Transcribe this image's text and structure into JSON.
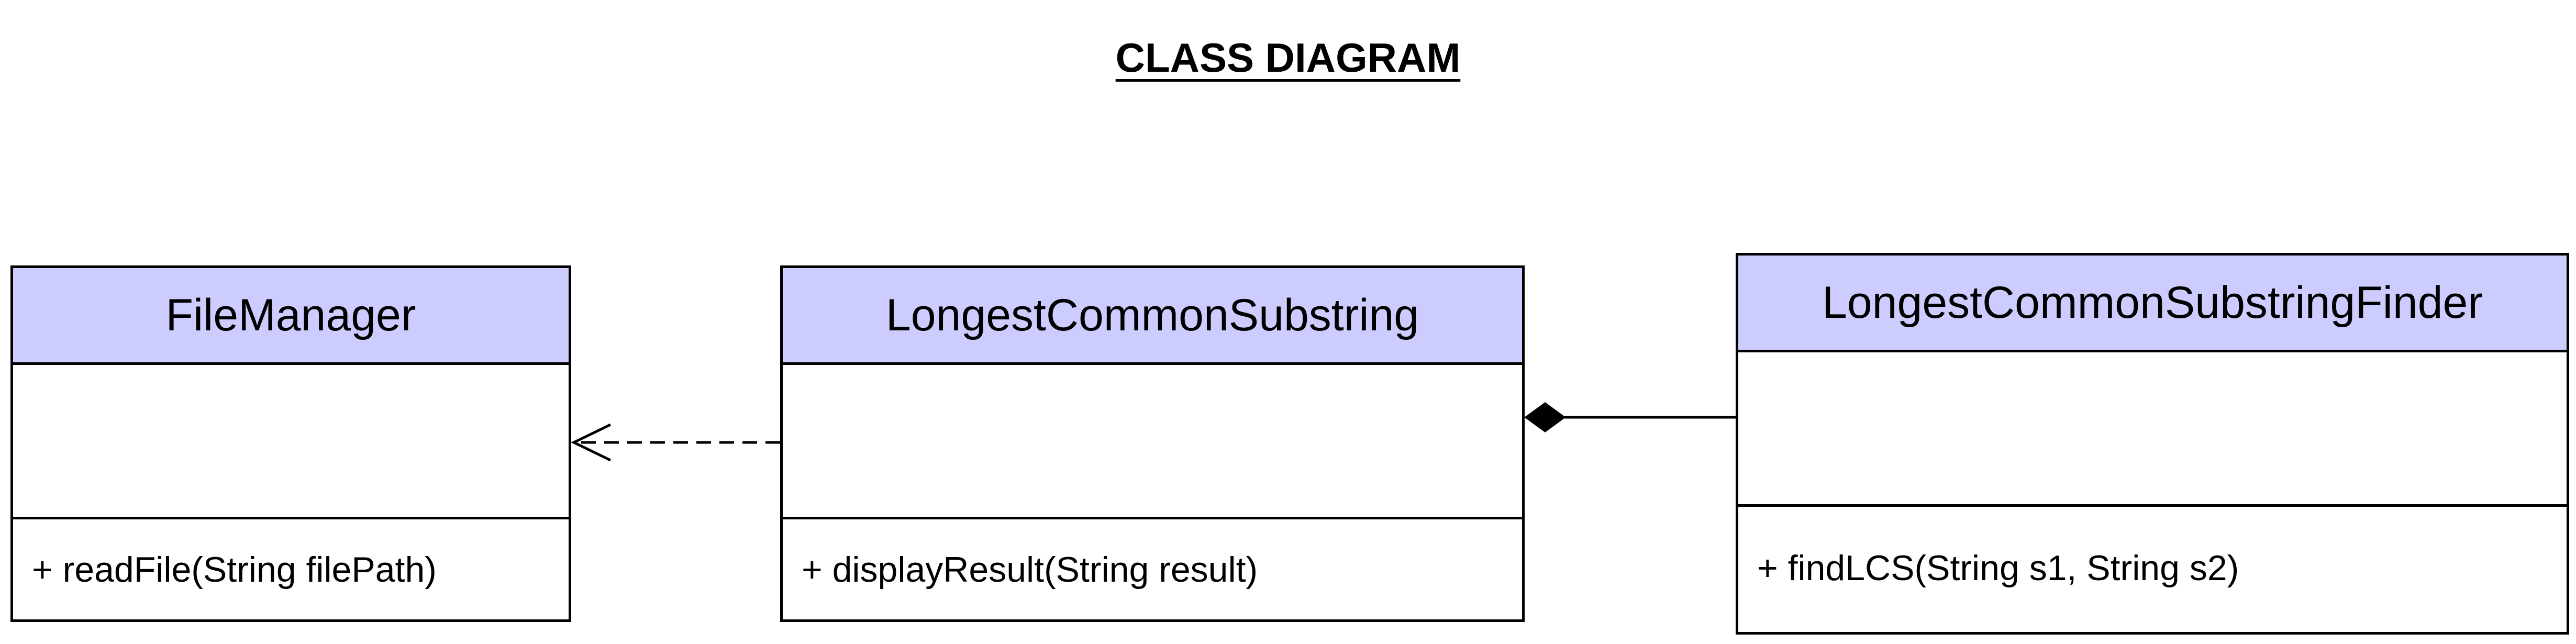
{
  "title": "CLASS DIAGRAM",
  "colors": {
    "class_header_fill": "#ccccff",
    "line": "#000000",
    "background": "#ffffff"
  },
  "classes": [
    {
      "name": "FileManager",
      "attributes": [],
      "methods": [
        "+ readFile(String filePath)"
      ]
    },
    {
      "name": "LongestCommonSubstring",
      "attributes": [],
      "methods": [
        "+ displayResult(String result)"
      ]
    },
    {
      "name": "LongestCommonSubstringFinder",
      "attributes": [],
      "methods": [
        "+ findLCS(String s1, String s2)"
      ]
    }
  ],
  "relationships": [
    {
      "type": "dependency",
      "from": "LongestCommonSubstring",
      "to": "FileManager",
      "line_style": "dashed",
      "head": "open-arrow"
    },
    {
      "type": "composition",
      "from": "LongestCommonSubstringFinder",
      "to": "LongestCommonSubstring",
      "line_style": "solid",
      "head": "filled-diamond"
    }
  ]
}
